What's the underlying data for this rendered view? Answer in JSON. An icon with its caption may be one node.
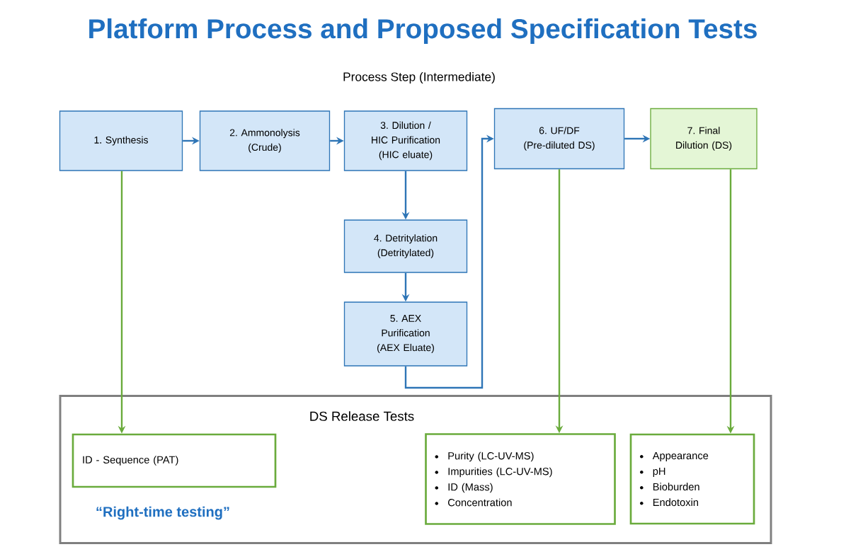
{
  "diagram": {
    "title": "Platform Process and Proposed Specification Tests",
    "nodes": [
      {
        "text": [
          "1. Synthesis"
        ]
      },
      {
        "text": [
          "2. Ammonolysis (Crude)"
        ]
      },
      {
        "text": [
          "3. Dilution / HIC Purification (HIC eluate)"
        ]
      },
      {
        "text": [
          "4. Detritylation (Detritylated)"
        ]
      },
      {
        "text": [
          "5. AEX Purification (AEX Eluate)"
        ]
      },
      {
        "text": [
          "6. UF/DF (Pre-diluted DS)"
        ]
      },
      {
        "text": [
          "7. Final Dilution (DS)"
        ]
      },
      {
        "text": [
          "DS Release Tests",
          "“Right-time testing”"
        ]
      },
      {
        "text": [
          "ID - Sequence (PAT)"
        ],
        "in": 7
      },
      {
        "text": [
          "Purity (LC-UV-MS)",
          "Impurities (LC-UV-MS)",
          "ID (Mass)",
          "Concentration"
        ],
        "in": 7
      },
      {
        "text": [
          "Appearance",
          "pH",
          "Bioburden",
          "Endotoxin"
        ],
        "in": 7
      }
    ],
    "edges": [
      {
        "from": 0,
        "to": 1,
        "arrow": "to"
      },
      {
        "from": 1,
        "to": 2,
        "arrow": "to"
      },
      {
        "from": 2,
        "to": 3,
        "arrow": "to"
      },
      {
        "from": 3,
        "to": 4,
        "arrow": "to"
      },
      {
        "from": 4,
        "to": 5,
        "arrow": "to"
      },
      {
        "from": 5,
        "to": 6,
        "arrow": "to"
      },
      {
        "from": 0,
        "to": 8,
        "arrow": "to",
        "color": "#6aab3c"
      },
      {
        "from": 5,
        "to": 9,
        "arrow": "to",
        "color": "#6aab3c"
      },
      {
        "from": 6,
        "to": 10,
        "arrow": "to",
        "color": "#6aab3c"
      }
    ],
    "labels": [
      "Process Step (Intermediate)"
    ]
  }
}
